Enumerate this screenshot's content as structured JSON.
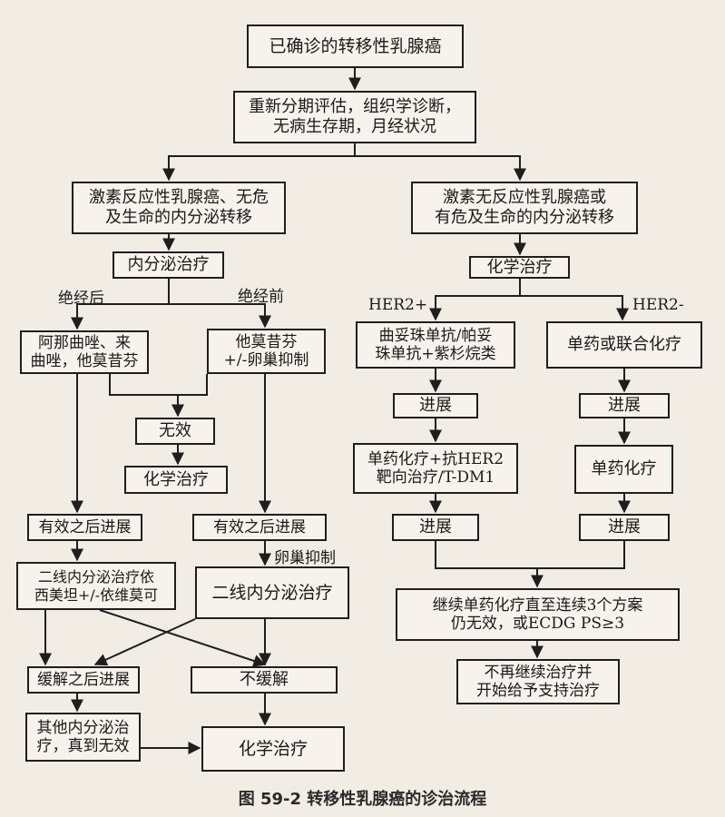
{
  "nodes": {
    "confirmed": "已确诊的转移性乳腺癌",
    "restage": "重新分期评估，组织学诊断，\n无病生存期，月经状况",
    "hormone_pos": "激素反应性乳腺癌、无危\n及生命的内分泌转移",
    "hormone_neg": "激素无反应性乳腺癌或\n有危及生命的内分泌转移",
    "endocrine_tx": "内分泌治疗",
    "chemo_top": "化学治疗",
    "ai_drugs": "阿那曲唑、来\n曲唑，他莫昔芬",
    "tamoxifen_ovx": "他莫昔芬\n+/-卵巢抑制",
    "ineffective": "无效",
    "chemo_left": "化学治疗",
    "prog_after_eff_1": "有效之后进展",
    "prog_after_eff_2": "有效之后进展",
    "second_line_a": "二线内分泌治疗依\n西美坦+/-依维莫可",
    "second_line_b": "二线内分泌治疗",
    "prog_after_rem": "缓解之后进展",
    "no_remission": "不缓解",
    "other_endocrine": "其他内分泌治\n疗，真到无效",
    "chemo_bottom": "化学治疗",
    "her2_pos_tx": "曲妥珠单抗/帕妥\n珠单抗+紫杉烷类",
    "her2_neg_tx": "单药或联合化疗",
    "prog_a": "进展",
    "prog_b": "进展",
    "single_her2": "单药化疗+抗HER2\n靶向治疗/T-DM1",
    "single_chemo": "单药化疗",
    "prog_c": "进展",
    "prog_d": "进展",
    "continue_chemo": "继续单药化疗直至连续3个方案\n仍无效，或ECDG  PS≥3",
    "support": "不再继续治疗并\n开始给予支持治疗"
  },
  "labels": {
    "postmeno": "绝经后",
    "premeno": "绝经前",
    "ovarian_suppression": "卵巢抑制",
    "her2_pos": "HER2+",
    "her2_neg": "HER2-"
  },
  "caption": "图 59-2   转移性乳腺癌的诊治流程"
}
